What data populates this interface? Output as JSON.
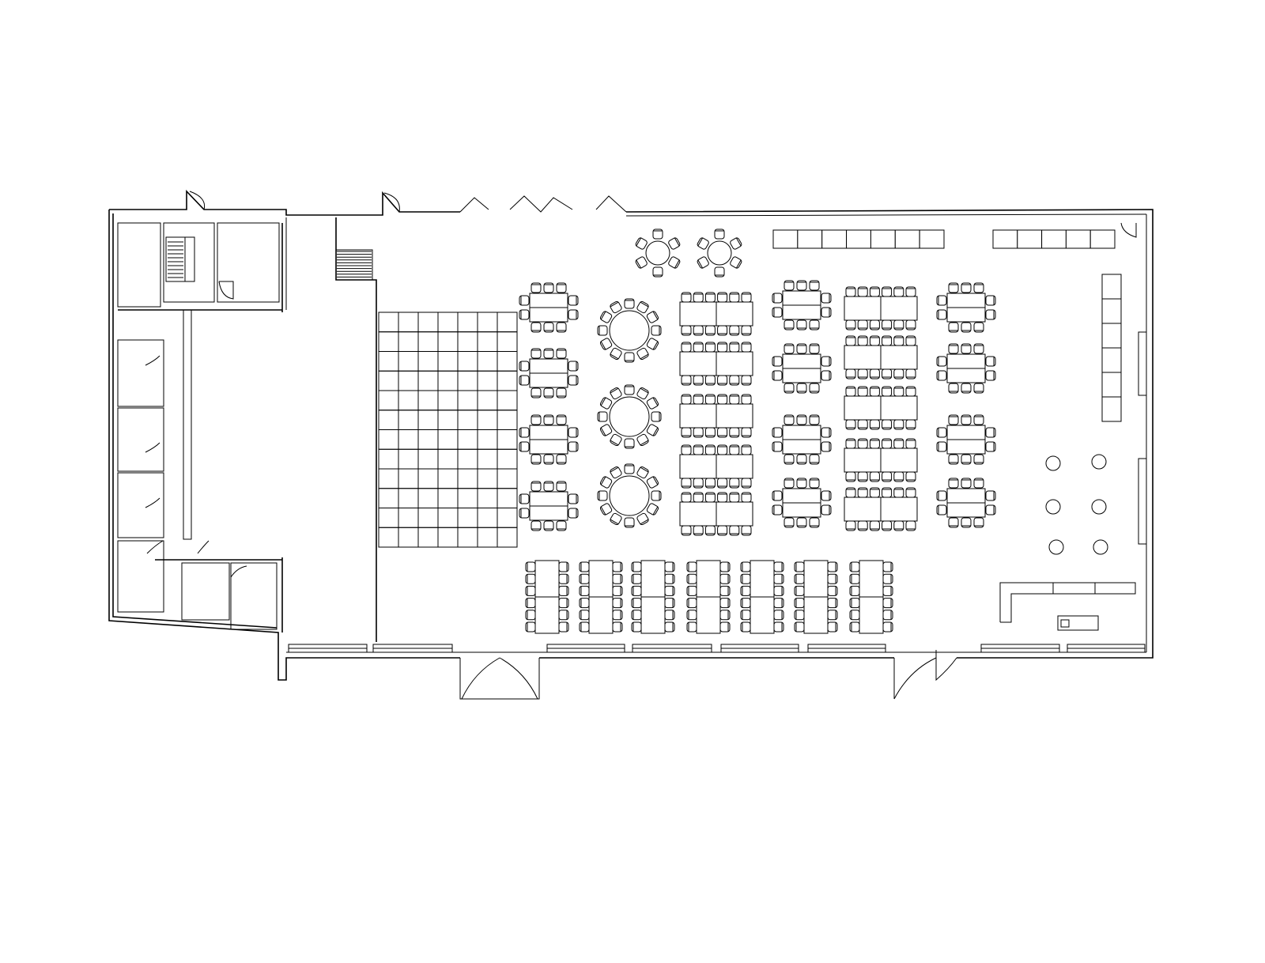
{
  "plan": {
    "line_color": "#000000",
    "background": "#ffffff",
    "dance_floor_grid": {
      "cols": 7,
      "rows": 12
    },
    "rect_table_8_count": 12,
    "banquet_double_count": 10,
    "round_table_12_count": 3,
    "round_table_6_count": 2,
    "long_table_count": 7,
    "cocktail_table_count": 6,
    "buffet_top_segments": [
      7,
      5
    ],
    "buffet_side_segments": 6
  }
}
